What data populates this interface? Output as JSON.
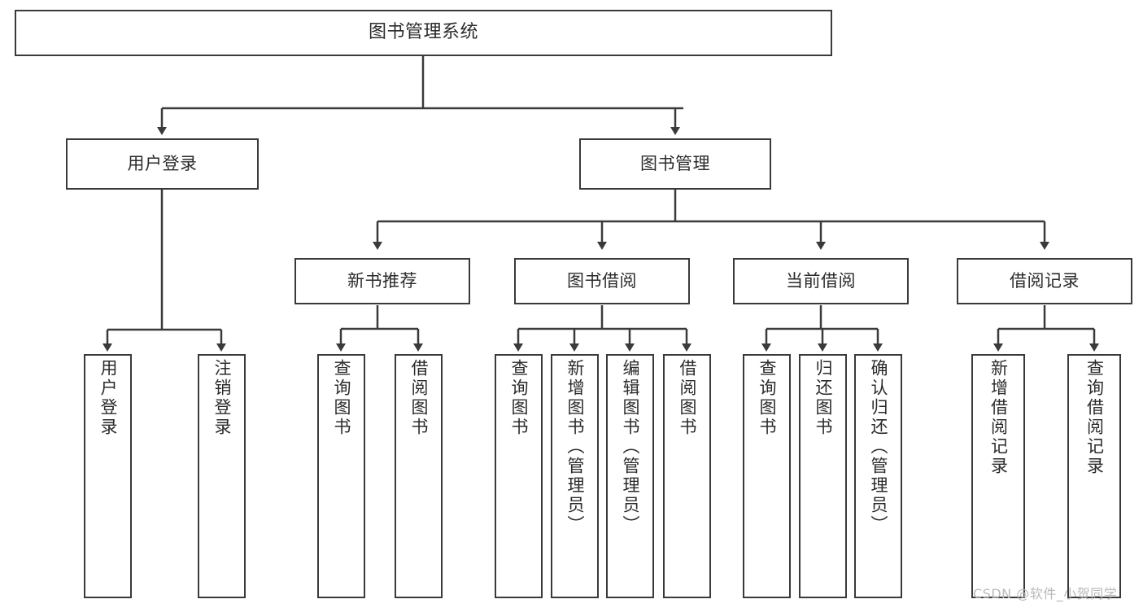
{
  "diagram": {
    "title": "图书管理系统",
    "type": "tree-hierarchy-chart",
    "stroke_color": "#3a3a3a",
    "fill_color": "#ffffff",
    "background": "#ffffff",
    "text_color": "#2b2b2b"
  },
  "nodes": {
    "root": {
      "label": "图书管理系统"
    },
    "level1": [
      {
        "id": "user-login",
        "label": "用户登录"
      },
      {
        "id": "book-management",
        "label": "图书管理"
      }
    ],
    "level2": [
      {
        "id": "new-book-recommend",
        "label": "新书推荐"
      },
      {
        "id": "book-borrow",
        "label": "图书借阅"
      },
      {
        "id": "current-borrow",
        "label": "当前借阅"
      },
      {
        "id": "borrow-record",
        "label": "借阅记录"
      }
    ],
    "leaves": {
      "user_login": [
        {
          "id": "leaf-user-login",
          "label": "用户登录"
        },
        {
          "id": "leaf-logout-login",
          "label": "注销登录"
        }
      ],
      "new_book_recommend": [
        {
          "id": "leaf-query-book-1",
          "label": "查询图书"
        },
        {
          "id": "leaf-borrow-book-1",
          "label": "借阅图书"
        }
      ],
      "book_borrow": [
        {
          "id": "leaf-query-book-2",
          "label": "查询图书"
        },
        {
          "id": "leaf-add-book",
          "label": "新增图书（管理员）"
        },
        {
          "id": "leaf-edit-book",
          "label": "编辑图书（管理员）"
        },
        {
          "id": "leaf-borrow-book-2",
          "label": "借阅图书"
        }
      ],
      "current_borrow": [
        {
          "id": "leaf-query-book-3",
          "label": "查询图书"
        },
        {
          "id": "leaf-return-book",
          "label": "归还图书"
        },
        {
          "id": "leaf-confirm-return",
          "label": "确认归还（管理员）"
        }
      ],
      "borrow_record": [
        {
          "id": "leaf-add-record",
          "label": "新增借阅记录"
        },
        {
          "id": "leaf-query-record",
          "label": "查询借阅记录"
        }
      ]
    }
  },
  "watermark": {
    "text": "CSDN @软件_小贺同学"
  }
}
